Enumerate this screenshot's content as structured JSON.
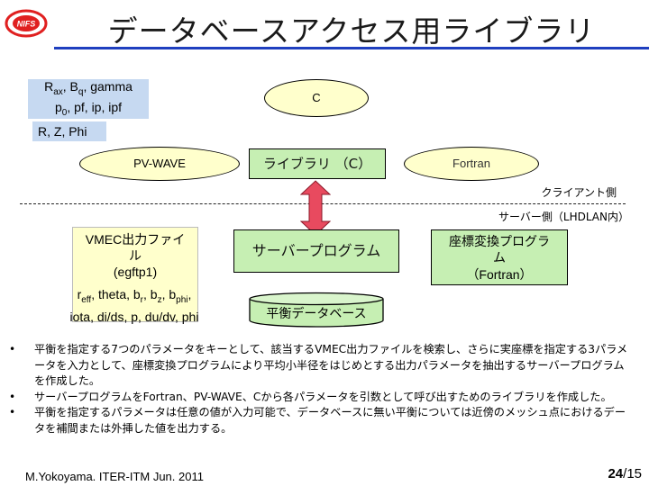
{
  "header": {
    "title": "データベースアクセス用ライブラリ",
    "logo_text": "NIFS"
  },
  "params": {
    "line1_parts": [
      "R",
      "ax",
      ", B",
      "q",
      ", gamma"
    ],
    "line2_parts": [
      "p",
      "0",
      ", pf, ip, ipf"
    ],
    "rzphi": "R, Z, Phi"
  },
  "nodes": {
    "c": "C",
    "pvwave": "PV-WAVE",
    "library": "ライブラリ （C）",
    "fortran": "Fortran",
    "server_program": "サーバープログラム",
    "database": "平衡データベース",
    "transform_line1": "座標変換プログラ",
    "transform_line2": "ム",
    "transform_line3": "（Fortran）"
  },
  "divider": {
    "client": "クライアント側",
    "server": "サーバー側（LHDLAN内）"
  },
  "vmec": {
    "line1": "VMEC出力ファイ",
    "line2": "ル",
    "line3": "(egftp1)",
    "line4_parts": [
      "r",
      "eff",
      ", theta, b",
      "r",
      ", b",
      "z",
      ", b",
      "phi",
      ","
    ],
    "line5": "iota, di/ds, p, du/dv, phi"
  },
  "bullets": [
    "平衡を指定する7つのパラメータをキーとして、該当するVMEC出力ファイルを検索し、さらに実座標を指定する3パラメータを入力として、座標変換プログラムにより平均小半径をはじめとする出力パラメータを抽出するサーバープログラムを作成した。",
    "サーバープログラムをFortran、PV-WAVE、Cから各パラメータを引数として呼び出すためのライブラリを作成した。",
    "平衡を指定するパラメータは任意の値が入力可能で、データベースに無い平衡については近傍のメッシュ点におけるデータを補間または外挿した値を出力する。"
  ],
  "bullet_marker": "•",
  "footer": {
    "author": "M.Yokoyama. ITER-ITM Jun. 2011",
    "page_current": "24",
    "page_sep": "/",
    "page_total": "15"
  },
  "colors": {
    "title_rule": "#1f3fbf",
    "param_fill": "#c6d9f1",
    "ellipse_fill": "#ffffcc",
    "green_fill": "#c6efb3",
    "arrow_fill": "#e84a5f",
    "logo_red": "#e02020"
  }
}
